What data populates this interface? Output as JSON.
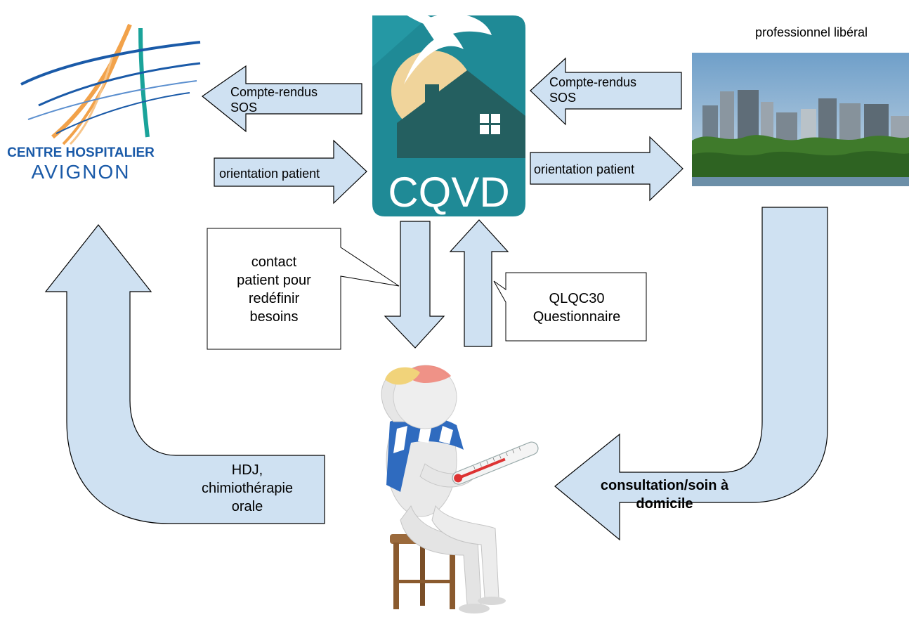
{
  "colors": {
    "arrow_fill": "#cfe1f2",
    "arrow_stroke": "#000000",
    "cqvd_teal": "#1f8a96",
    "cqvd_sun": "#f0d49b",
    "cqvd_house": "#245f60",
    "hospital_blue": "#1a5aa8",
    "hospital_orange": "#f2a24a",
    "hospital_teal": "#1aa39a"
  },
  "hospital_logo": {
    "line1": "CENTRE HOSPITALIER",
    "line2": "AVIGNON"
  },
  "cqvd_logo": {
    "text": "CQVD"
  },
  "liberal": {
    "caption": "professionnel libéral"
  },
  "arrows": {
    "to_hospital": {
      "line1": "Compte-rendus",
      "line2": "SOS"
    },
    "from_hospital": {
      "label": "orientation patient"
    },
    "to_cqvd_from_liberal": {
      "line1": "Compte-rendus",
      "line2": "SOS"
    },
    "to_liberal": {
      "label": "orientation patient"
    },
    "hdj": {
      "line1": "HDJ,",
      "line2": "chimiothérapie",
      "line3": "orale"
    },
    "consultation": {
      "line1": "consultation/soin à",
      "line2": "domicile"
    }
  },
  "callouts": {
    "contact": {
      "line1": "contact",
      "line2": "patient pour",
      "line3": "redéfinir",
      "line4": "besoins"
    },
    "questionnaire": {
      "line1": "QLQC30",
      "line2": "Questionnaire"
    }
  },
  "icons": {
    "patient": "sick-person-thermometer-icon",
    "cityscape": "city-skyline-icon"
  }
}
